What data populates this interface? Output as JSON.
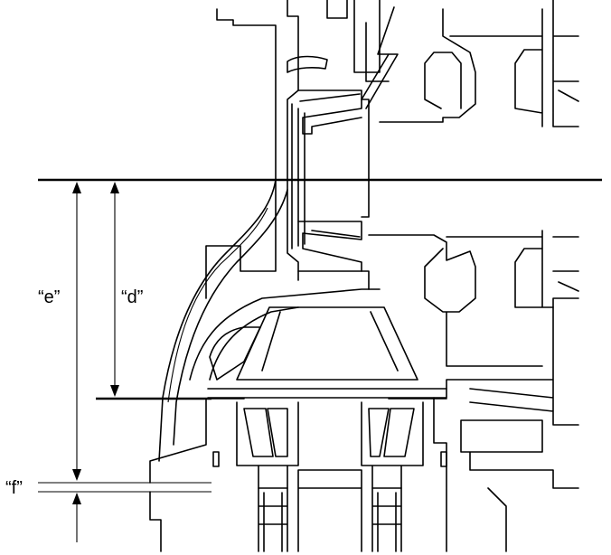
{
  "labels": {
    "e": "“e”",
    "d": "“d”",
    "f": "“f”"
  },
  "colors": {
    "line": "#000000",
    "background": "#ffffff"
  }
}
